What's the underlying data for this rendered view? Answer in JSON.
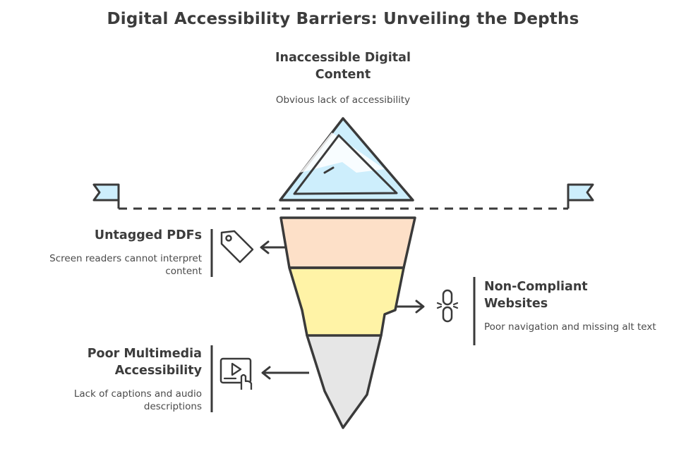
{
  "title": "Digital Accessibility Barriers: Unveiling the Depths",
  "top": {
    "heading": "Inaccessible Digital Content",
    "description": "Obvious lack of accessibility"
  },
  "layers": [
    {
      "heading": "Untagged PDFs",
      "description": "Screen readers cannot interpret content",
      "icon": "tag-icon",
      "color": "#fde0c8"
    },
    {
      "heading": "Non-Compliant Websites",
      "description": "Poor navigation and missing alt text",
      "icon": "broken-link-icon",
      "color": "#fff3a6"
    },
    {
      "heading": "Poor Multimedia Accessibility",
      "description": "Lack of captions and audio descriptions",
      "icon": "video-play-icon",
      "color": "#e6e6e6"
    }
  ],
  "colors": {
    "ice_tip": "#cdeefc",
    "stroke": "#3a3a3a"
  }
}
